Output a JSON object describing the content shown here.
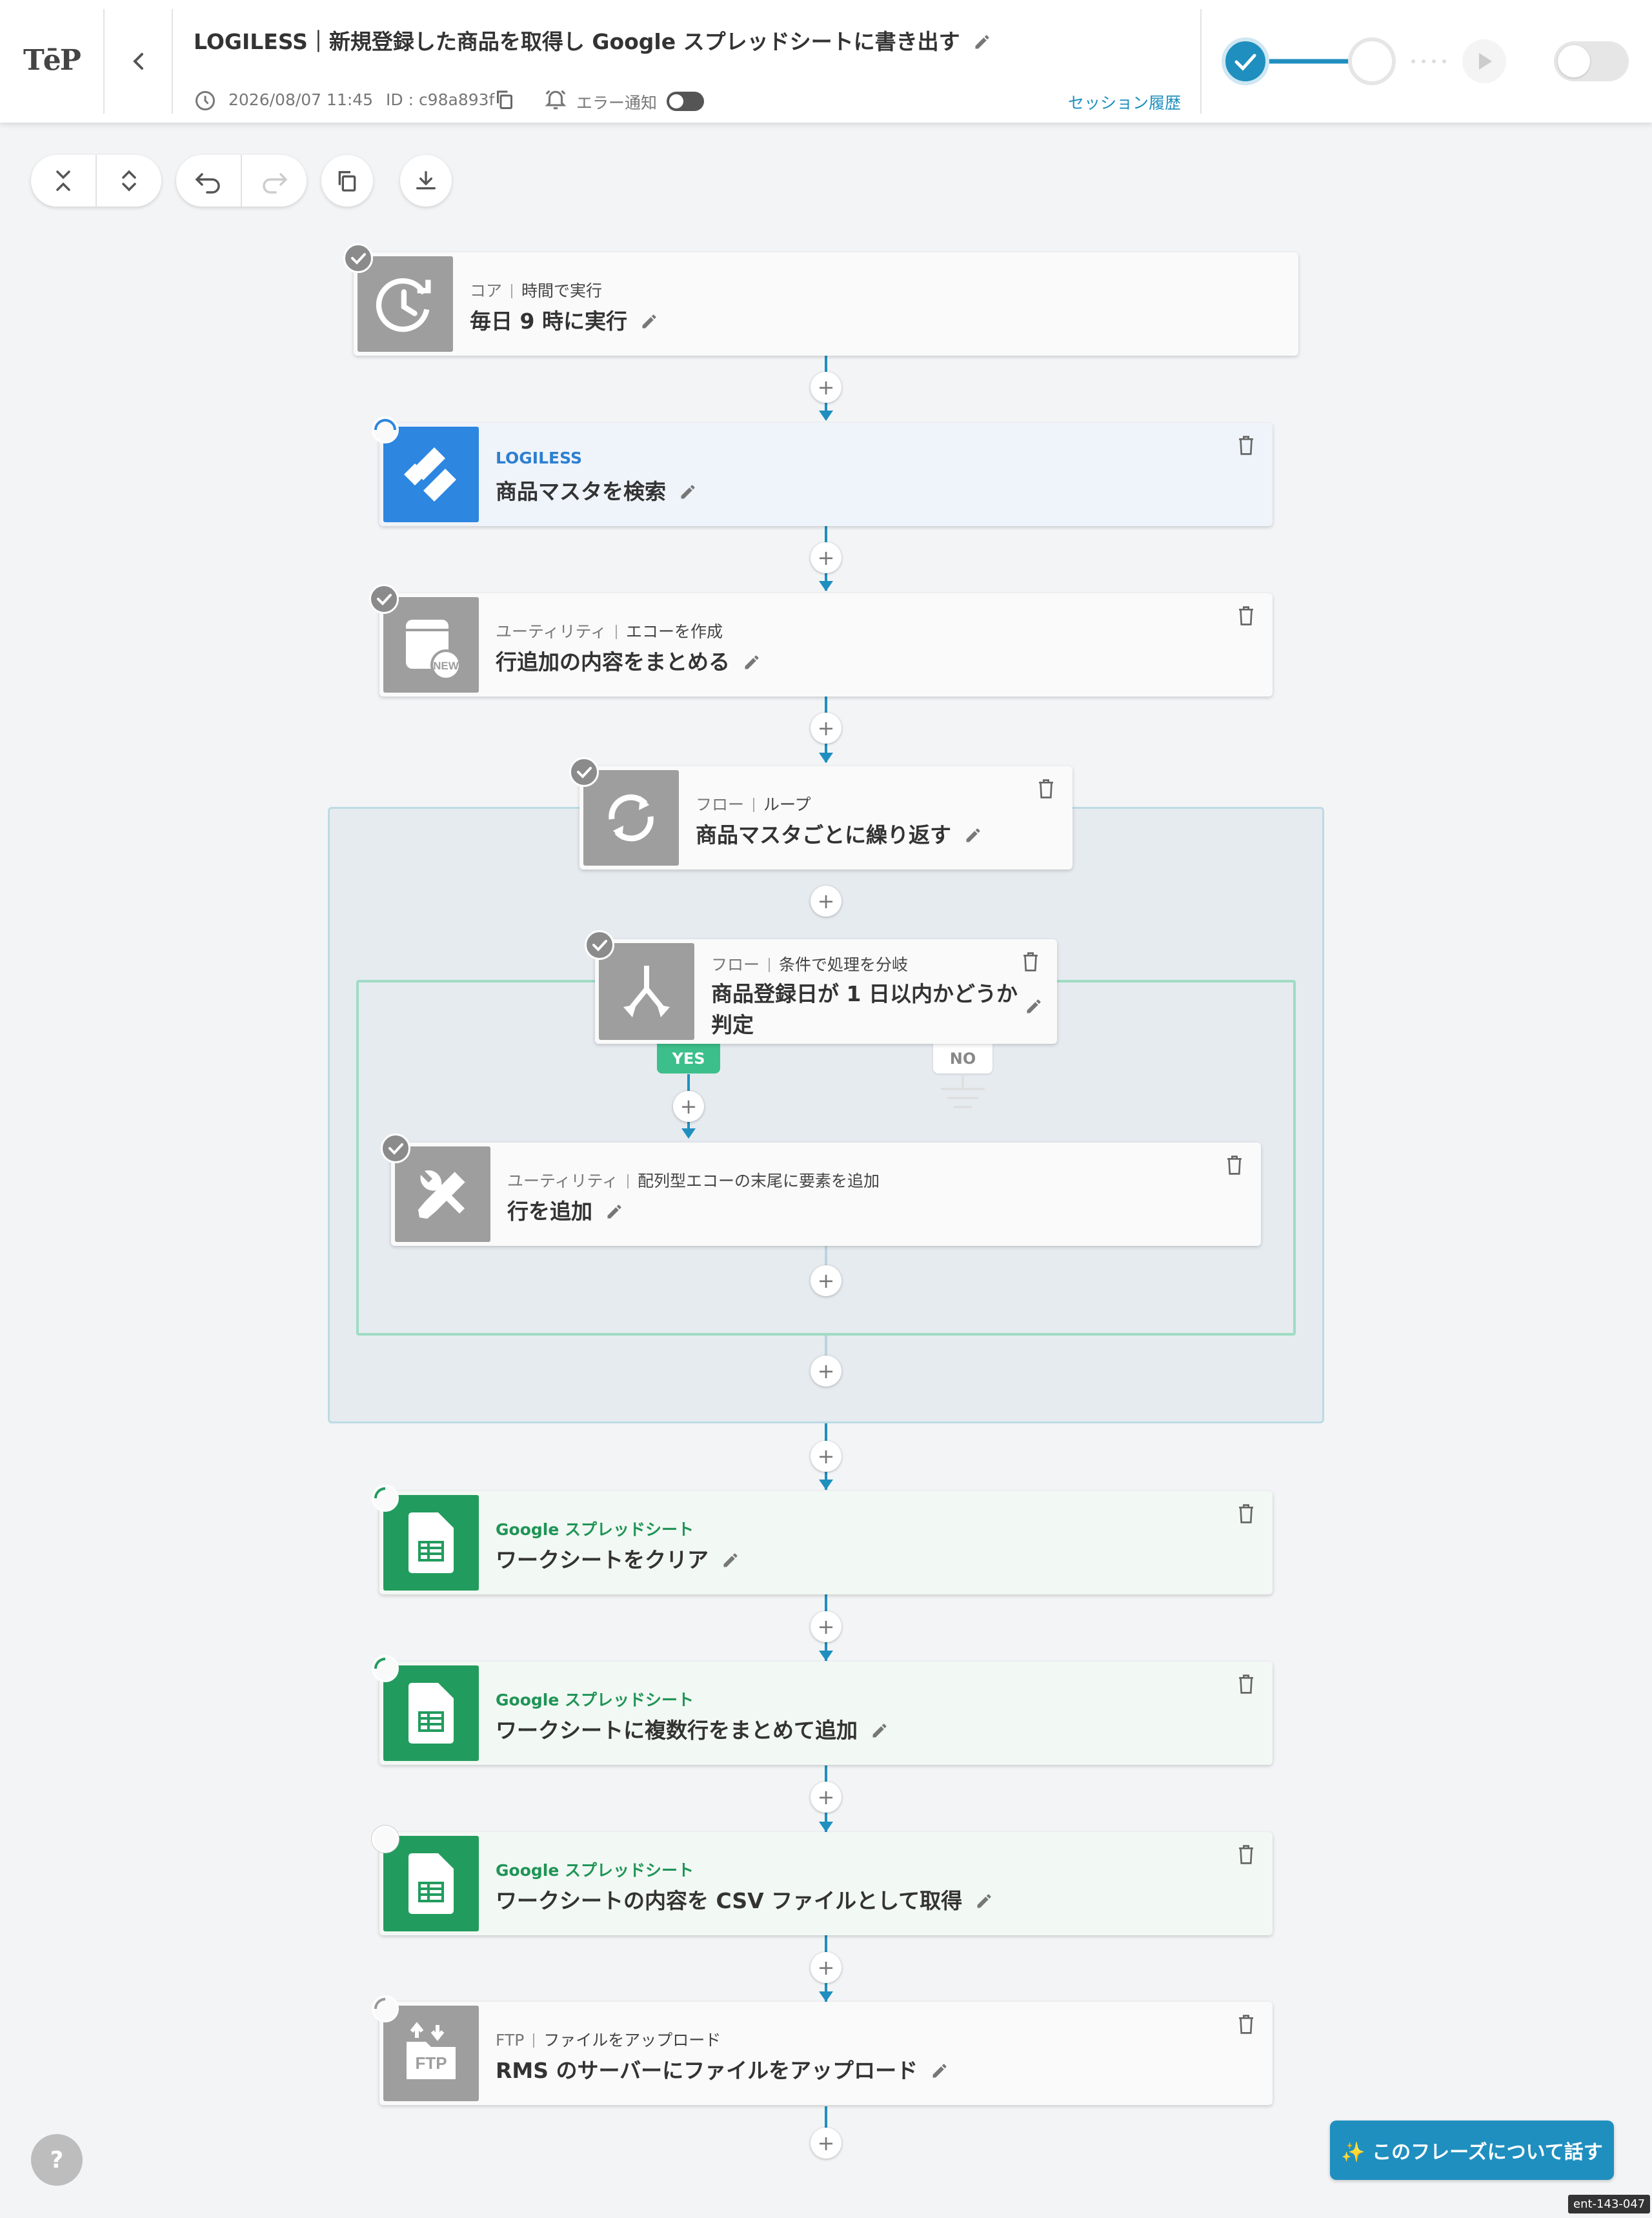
{
  "header": {
    "logo": "TēP",
    "title": "LOGILESS｜新規登録した商品を取得し Google スプレッドシートに書き出す",
    "date": "2026/08/07 11:45",
    "id": "ID : c98a893f",
    "error_notify": "エラー通知",
    "session_history": "セッション履歴"
  },
  "steps": [
    {
      "category": "コア",
      "sub": "時間で実行",
      "title": "毎日 9 時に実行"
    },
    {
      "category": "LOGILESS",
      "sub": "",
      "title": "商品マスタを検索"
    },
    {
      "category": "ユーティリティ",
      "sub": "エコーを作成",
      "title": "行追加の内容をまとめる"
    },
    {
      "category": "フロー",
      "sub": "ループ",
      "title": "商品マスタごとに繰り返す"
    },
    {
      "category": "フロー",
      "sub": "条件で処理を分岐",
      "title1": "商品登録日が 1 日以内かどうか",
      "title2": "判定"
    },
    {
      "category": "ユーティリティ",
      "sub": "配列型エコーの末尾に要素を追加",
      "title": "行を追加"
    },
    {
      "category": "Google スプレッドシート",
      "sub": "",
      "title": "ワークシートをクリア"
    },
    {
      "category": "Google スプレッドシート",
      "sub": "",
      "title": "ワークシートに複数行をまとめて追加"
    },
    {
      "category": "Google スプレッドシート",
      "sub": "",
      "title": "ワークシートの内容を CSV ファイルとして取得"
    },
    {
      "category": "FTP",
      "sub": "ファイルをアップロード",
      "title": "RMS のサーバーにファイルをアップロード"
    }
  ],
  "branch": {
    "yes": "YES",
    "no": "NO"
  },
  "icon_text": {
    "new": "NEW",
    "ftp": "FTP"
  },
  "help_label": "?",
  "talk_button": "✨ このフレーズについて話す",
  "ent_id": "ent-143-047",
  "colors": {
    "accent": "#1f8fbf",
    "logiless": "#2d86e0",
    "sheets": "#229c5e",
    "yes": "#3cbf8a"
  }
}
